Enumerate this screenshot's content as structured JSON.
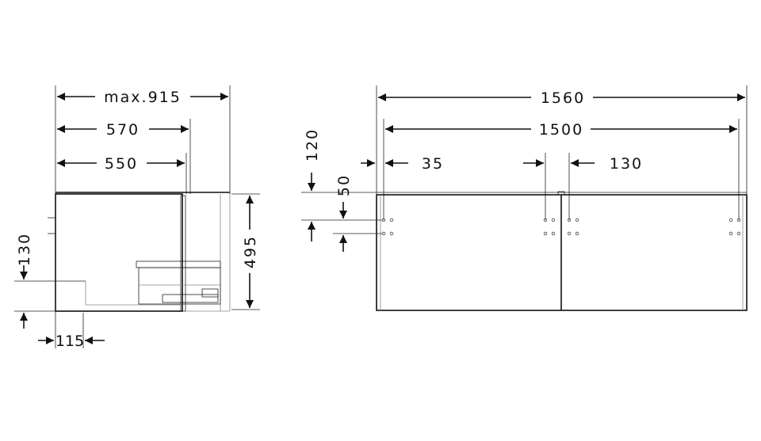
{
  "side_view": {
    "width_max": "max.915",
    "width_570": "570",
    "width_550": "550",
    "height": "495",
    "siphon_height": "130",
    "siphon_offset": "115"
  },
  "front_view": {
    "width_total": "1560",
    "width_body": "1500",
    "hole_offset": "35",
    "hole_spacing": "130",
    "top_offset": "120",
    "hole_vertical": "50"
  },
  "colors": {
    "line": "#111111",
    "background": "#ffffff"
  }
}
